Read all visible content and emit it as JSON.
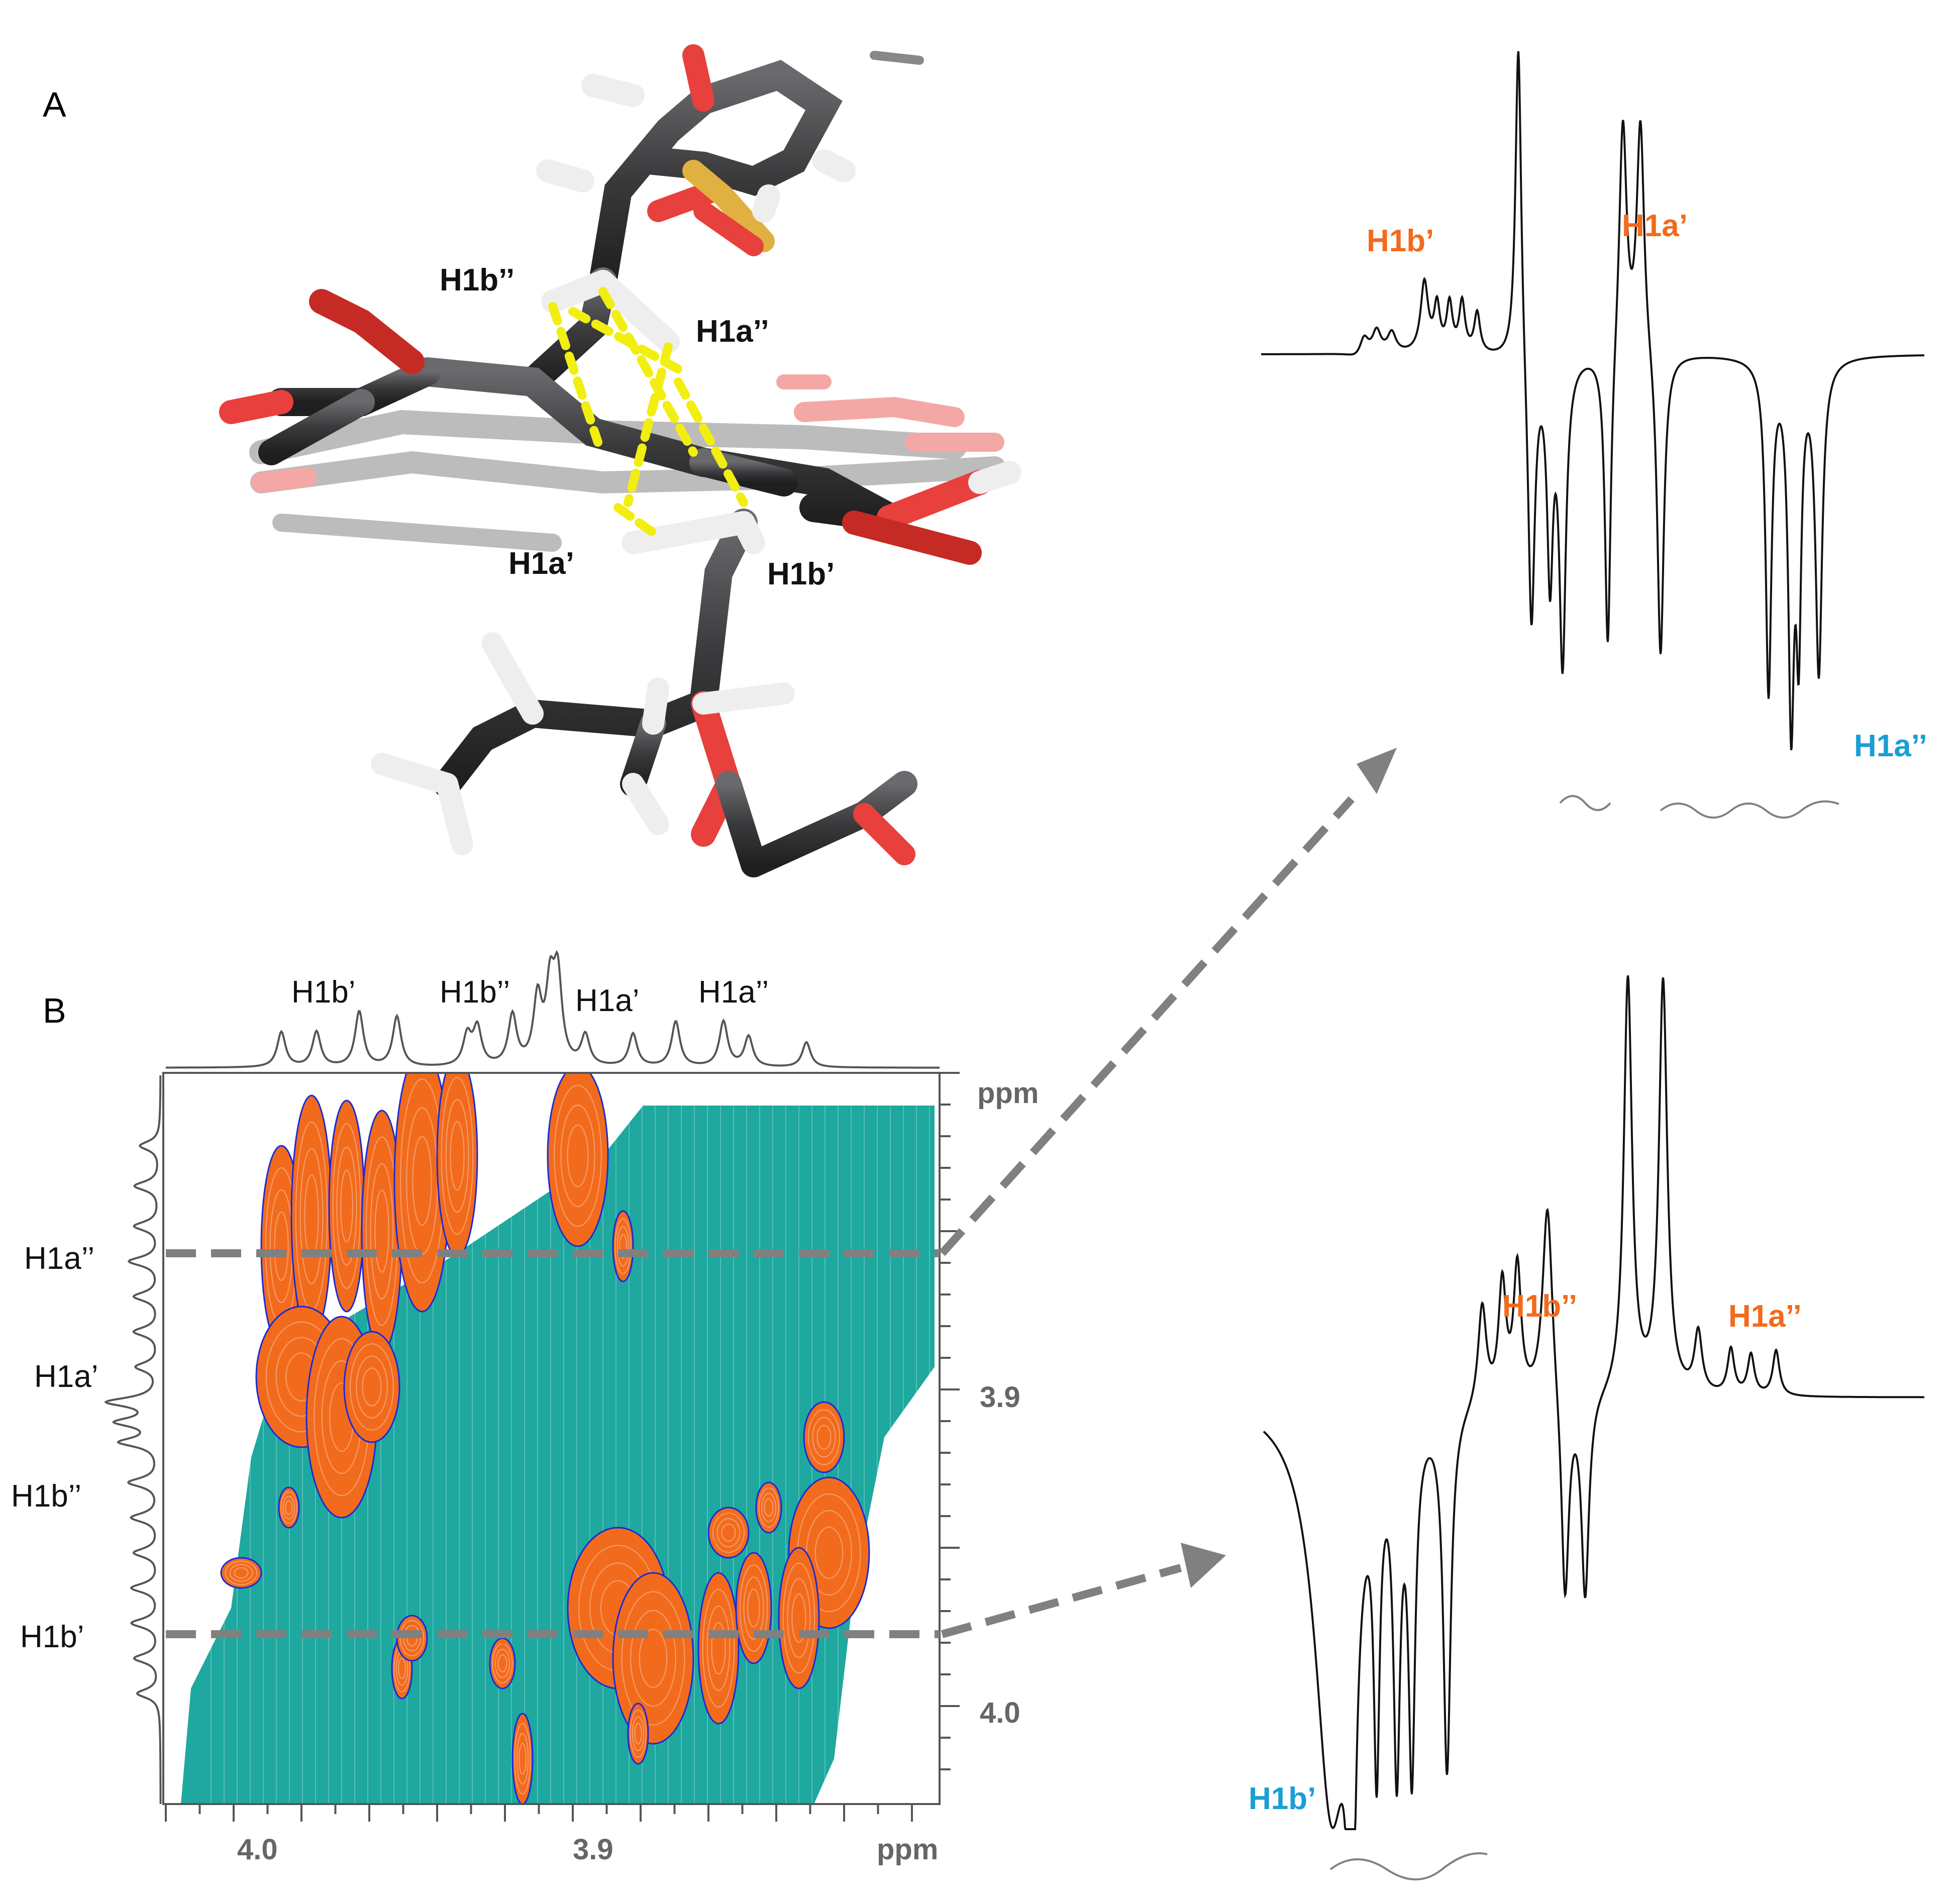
{
  "panel_a": {
    "letter": "A",
    "labels": {
      "h1b_dd": "H1b’’",
      "h1a_dd": "H1a’’",
      "h1a_d": "H1a’",
      "h1b_d": "H1b’"
    }
  },
  "panel_b": {
    "letter": "B",
    "top_projection_labels": [
      "H1b’",
      "H1b’’",
      "H1a’",
      "H1a’’"
    ],
    "left_projection_labels": [
      "H1a’’",
      "H1a’",
      "H1b’’",
      "H1b’"
    ],
    "x_axis": {
      "ticks": [
        "4.0",
        "3.9"
      ],
      "unit": "ppm"
    },
    "y_axis": {
      "ticks": [
        "3.9",
        "4.0"
      ],
      "unit": "ppm"
    }
  },
  "slice_top": {
    "labels": {
      "h1b_d": "H1b’",
      "h1a_d": "H1a’",
      "h1a_dd": "H1a’’"
    }
  },
  "slice_bottom": {
    "labels": {
      "h1b_dd": "H1b’’",
      "h1a_dd": "H1a’’",
      "h1b_d": "H1b’"
    }
  },
  "colors": {
    "positive_contour": "#f26b1d",
    "negative_contour": "#12a39a",
    "contour_outline": "#1a2bd6",
    "label_orange": "#f26b1d",
    "label_blue": "#1b9ed6",
    "guide_lines": "#808080",
    "bond_carbon": "#3d3d3f",
    "bond_oxygen": "#e8403c",
    "bond_hydrogen": "#e6e6e6",
    "bond_sulfur": "#e0b040",
    "noe_dashes": "#f2ee10"
  }
}
